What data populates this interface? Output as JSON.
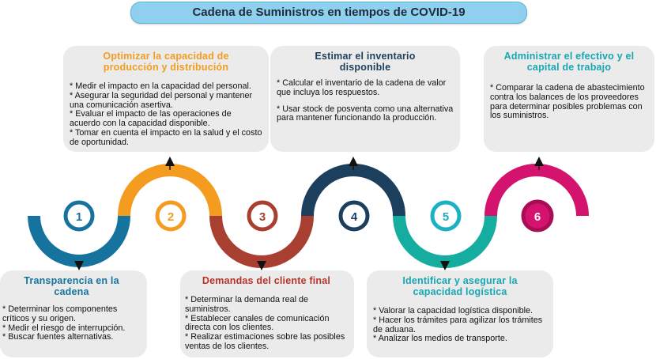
{
  "title": "Cadena de Suministros en tiempos de COVID-19",
  "colors": {
    "step1": "#16739e",
    "step2": "#f39c1f",
    "step3": "#a93f30",
    "step4": "#1d3f5e",
    "step5": "#15ada0",
    "step5_ring": "#1bb1c2",
    "step6": "#d4136f"
  },
  "steps": [
    {
      "number": "1",
      "title": "Transparencia en la cadena",
      "items": [
        "* Determinar los componentes críticos y su origen.",
        "* Medir el riesgo de interrupción.",
        "* Buscar fuentes alternativas."
      ]
    },
    {
      "number": "2",
      "title": "Optimizar la capacidad de producción y distribución",
      "items": [
        "* Medir el impacto en la capacidad del personal.",
        "* Asegurar la seguridad del personal y mantener una comunicación asertiva.",
        "* Evaluar el impacto de las operaciones de acuerdo con la capacidad disponible.",
        "* Tomar en cuenta el impacto en la salud y el costo de oportunidad."
      ]
    },
    {
      "number": "3",
      "title": "Demandas del cliente final",
      "items": [
        "* Determinar la demanda real de suministros.",
        "* Establecer canales de comunicación directa con los clientes.",
        "* Realizar estimaciones sobre las posibles ventas de los clientes."
      ]
    },
    {
      "number": "4",
      "title": "Estimar el inventario disponible",
      "items": [
        "* Calcular el inventario de la cadena de valor que incluya los respuestos.",
        "* Usar stock de posventa como una alternativa para mantener funcionando la producción."
      ]
    },
    {
      "number": "5",
      "title": "Identificar y asegurar la capacidad logística",
      "items": [
        "* Valorar la capacidad logística disponible.",
        "* Hacer los trámites para agilizar los trámites de aduana.",
        "* Analizar los medios de transporte."
      ]
    },
    {
      "number": "6",
      "title": "Administrar el efectivo y el capital de trabajo",
      "items": [
        "* Comparar la cadena de abastecimiento contra los balances de los proveedores para determinar posibles problemas con los suministros."
      ]
    }
  ]
}
